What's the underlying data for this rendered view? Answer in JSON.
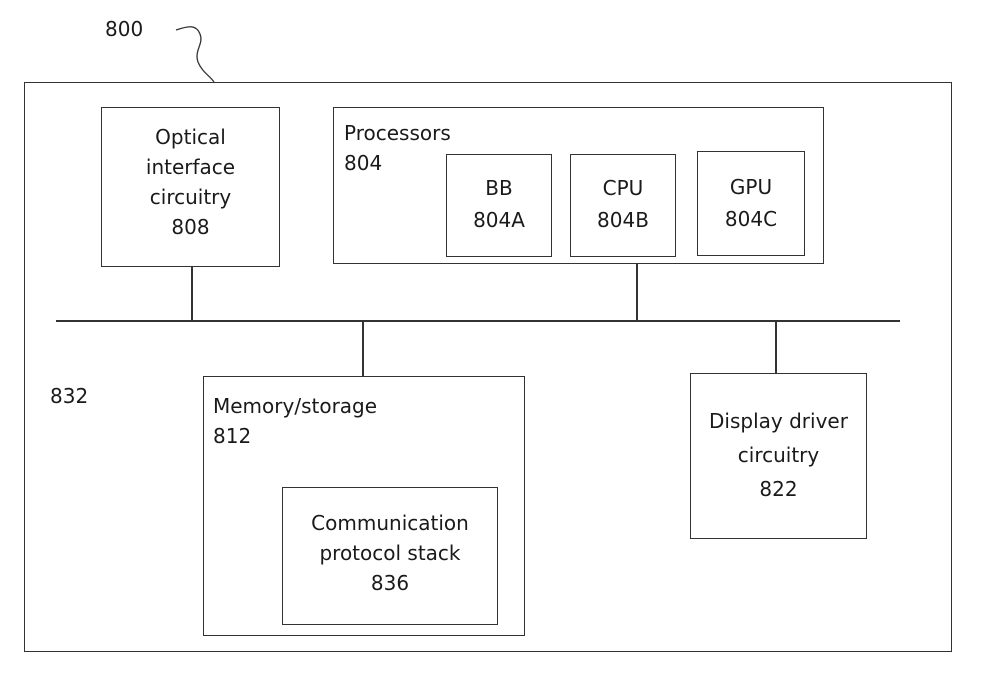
{
  "figure_ref": "800",
  "bus_ref": "832",
  "optical": {
    "line1": "Optical",
    "line2": "interface",
    "line3": "circuitry",
    "ref": "808"
  },
  "processors": {
    "label": "Processors",
    "ref": "804",
    "bb": {
      "label": "BB",
      "ref": "804A"
    },
    "cpu": {
      "label": "CPU",
      "ref": "804B"
    },
    "gpu": {
      "label": "GPU",
      "ref": "804C"
    }
  },
  "memory": {
    "label": "Memory/storage",
    "ref": "812",
    "stack": {
      "line1": "Communication",
      "line2": "protocol stack",
      "ref": "836"
    }
  },
  "display": {
    "line1": "Display driver",
    "line2": "circuitry",
    "ref": "822"
  }
}
